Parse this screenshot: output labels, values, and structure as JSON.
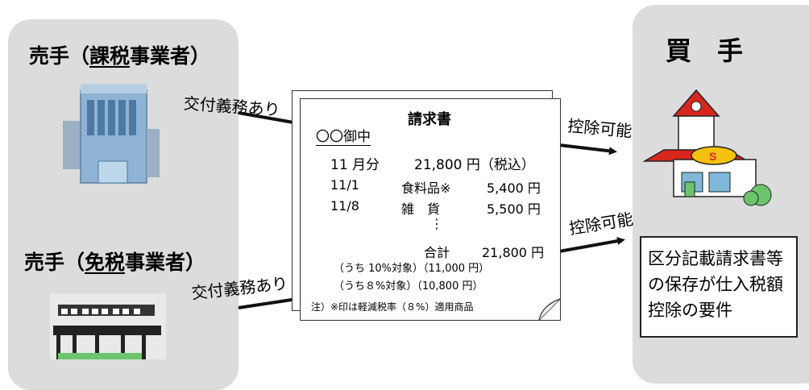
{
  "seller_taxable": {
    "prefix": "売手（",
    "kazei": "課税",
    "suffix": "事業者）"
  },
  "seller_exempt": {
    "prefix": "売手（",
    "menzei": "免税",
    "suffix": "事業者）"
  },
  "buyer": {
    "title": "買　手"
  },
  "labels": {
    "obligation_top": "交付義務あり",
    "obligation_bottom": "交付義務あり",
    "deductible_top": "控除可能",
    "deductible_bottom": "控除可能"
  },
  "invoice": {
    "title": "請求書",
    "recipient": "〇〇御中",
    "summary_month": "11 月分",
    "summary_amount": "21,800 円（税込）",
    "items": [
      {
        "date": "11/1",
        "name": "食料品※",
        "amount": "5,400 円"
      },
      {
        "date": "11/8",
        "name": "雑　貨",
        "amount": "5,500 円"
      }
    ],
    "ellipsis": "⋮",
    "total_label": "合計",
    "total_amount": "21,800 円",
    "breakdown_10": "（うち 10%対象）（11,000 円）",
    "breakdown_8": "（うち８%対象）（10,800 円）",
    "footnote": "注）※印は軽減税率（８%）適用商品"
  },
  "requirement": {
    "text": "区分記載請求書等の保存が仕入税額控除の要件"
  },
  "colors": {
    "panel": "#dcdcdc",
    "store_red": "#d9261c",
    "store_yellow": "#f4c20d",
    "building_blue": "#7aa6c9"
  }
}
